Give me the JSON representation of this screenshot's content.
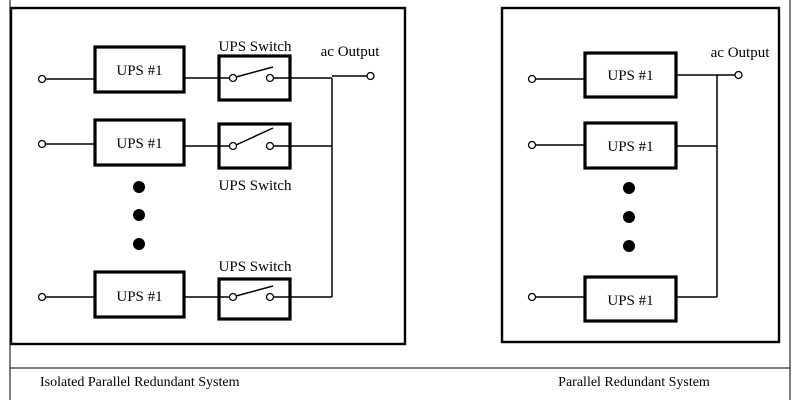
{
  "left_panel": {
    "caption": "Isolated Parallel Redundant System",
    "output_label": "ac Output",
    "ups_labels": [
      "UPS #1",
      "UPS #1",
      "UPS #1"
    ],
    "switch_labels": [
      "UPS Switch",
      "UPS Switch",
      "UPS Switch"
    ]
  },
  "right_panel": {
    "caption": "Parallel Redundant System",
    "output_label": "ac Output",
    "ups_labels": [
      "UPS #1",
      "UPS #1",
      "UPS #1"
    ]
  }
}
